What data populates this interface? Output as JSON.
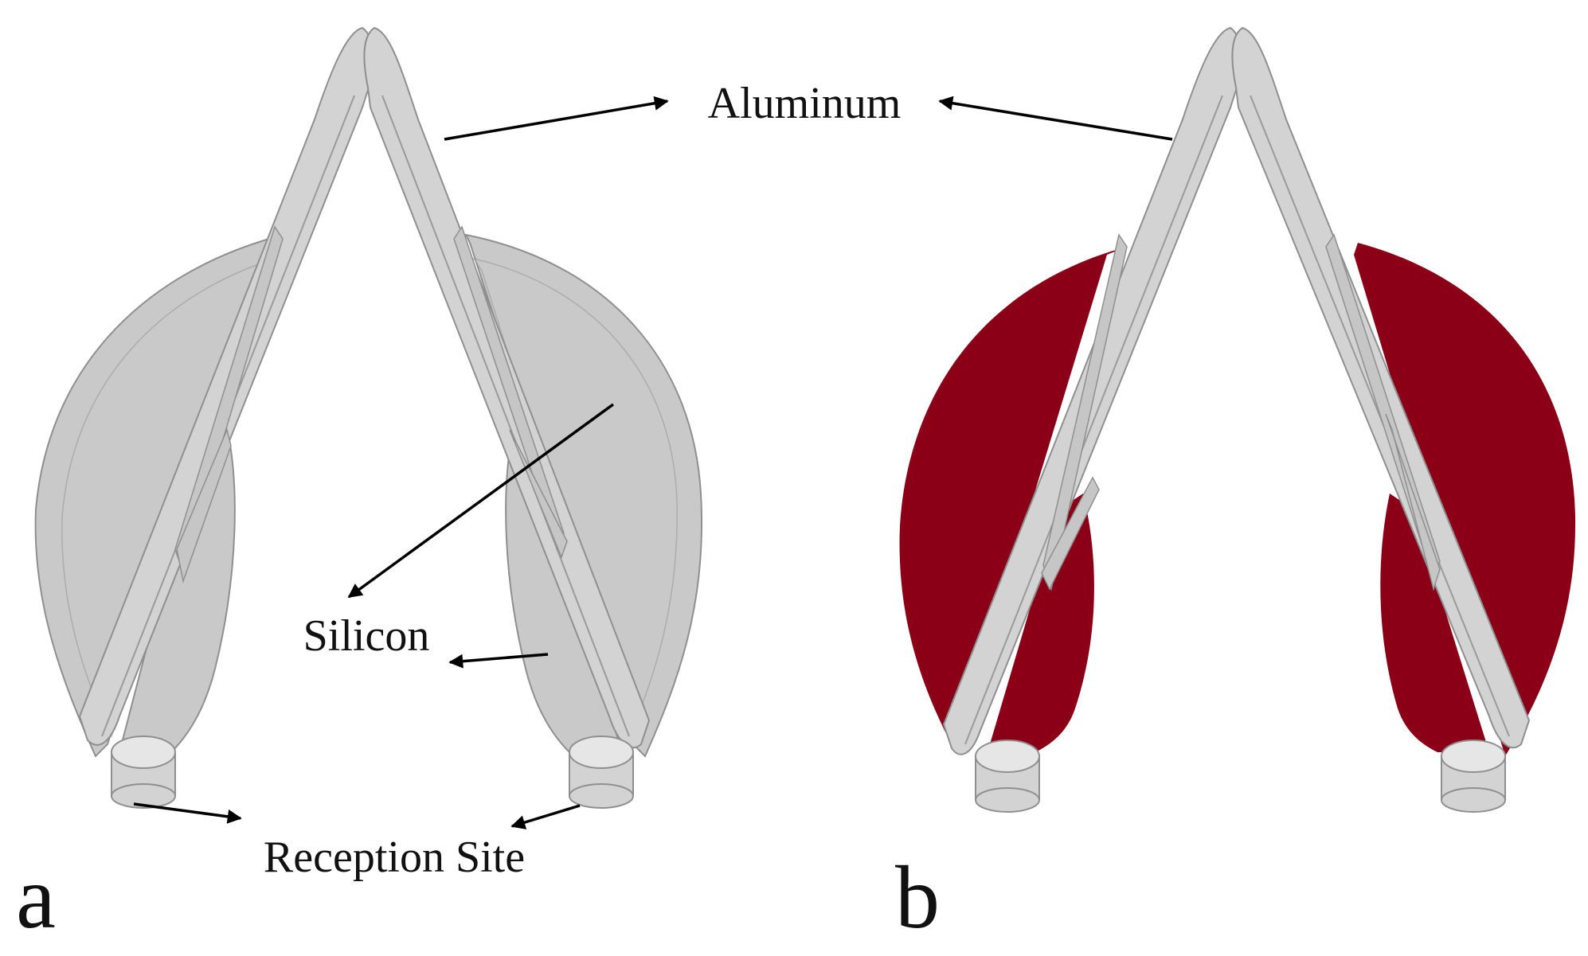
{
  "labels": {
    "aluminum": "Aluminum",
    "silicon": "Silicon",
    "reception_site": "Reception Site"
  },
  "panels": {
    "a": "a",
    "b": "b"
  },
  "colors": {
    "aluminum_fill": "#d3d3d3",
    "aluminum_inner": "#c6c6c6",
    "silicon_gray": "#c9c9c9",
    "silicon_red": "#8b0016",
    "outline": "#8f8f8f",
    "arrow": "#000000"
  }
}
